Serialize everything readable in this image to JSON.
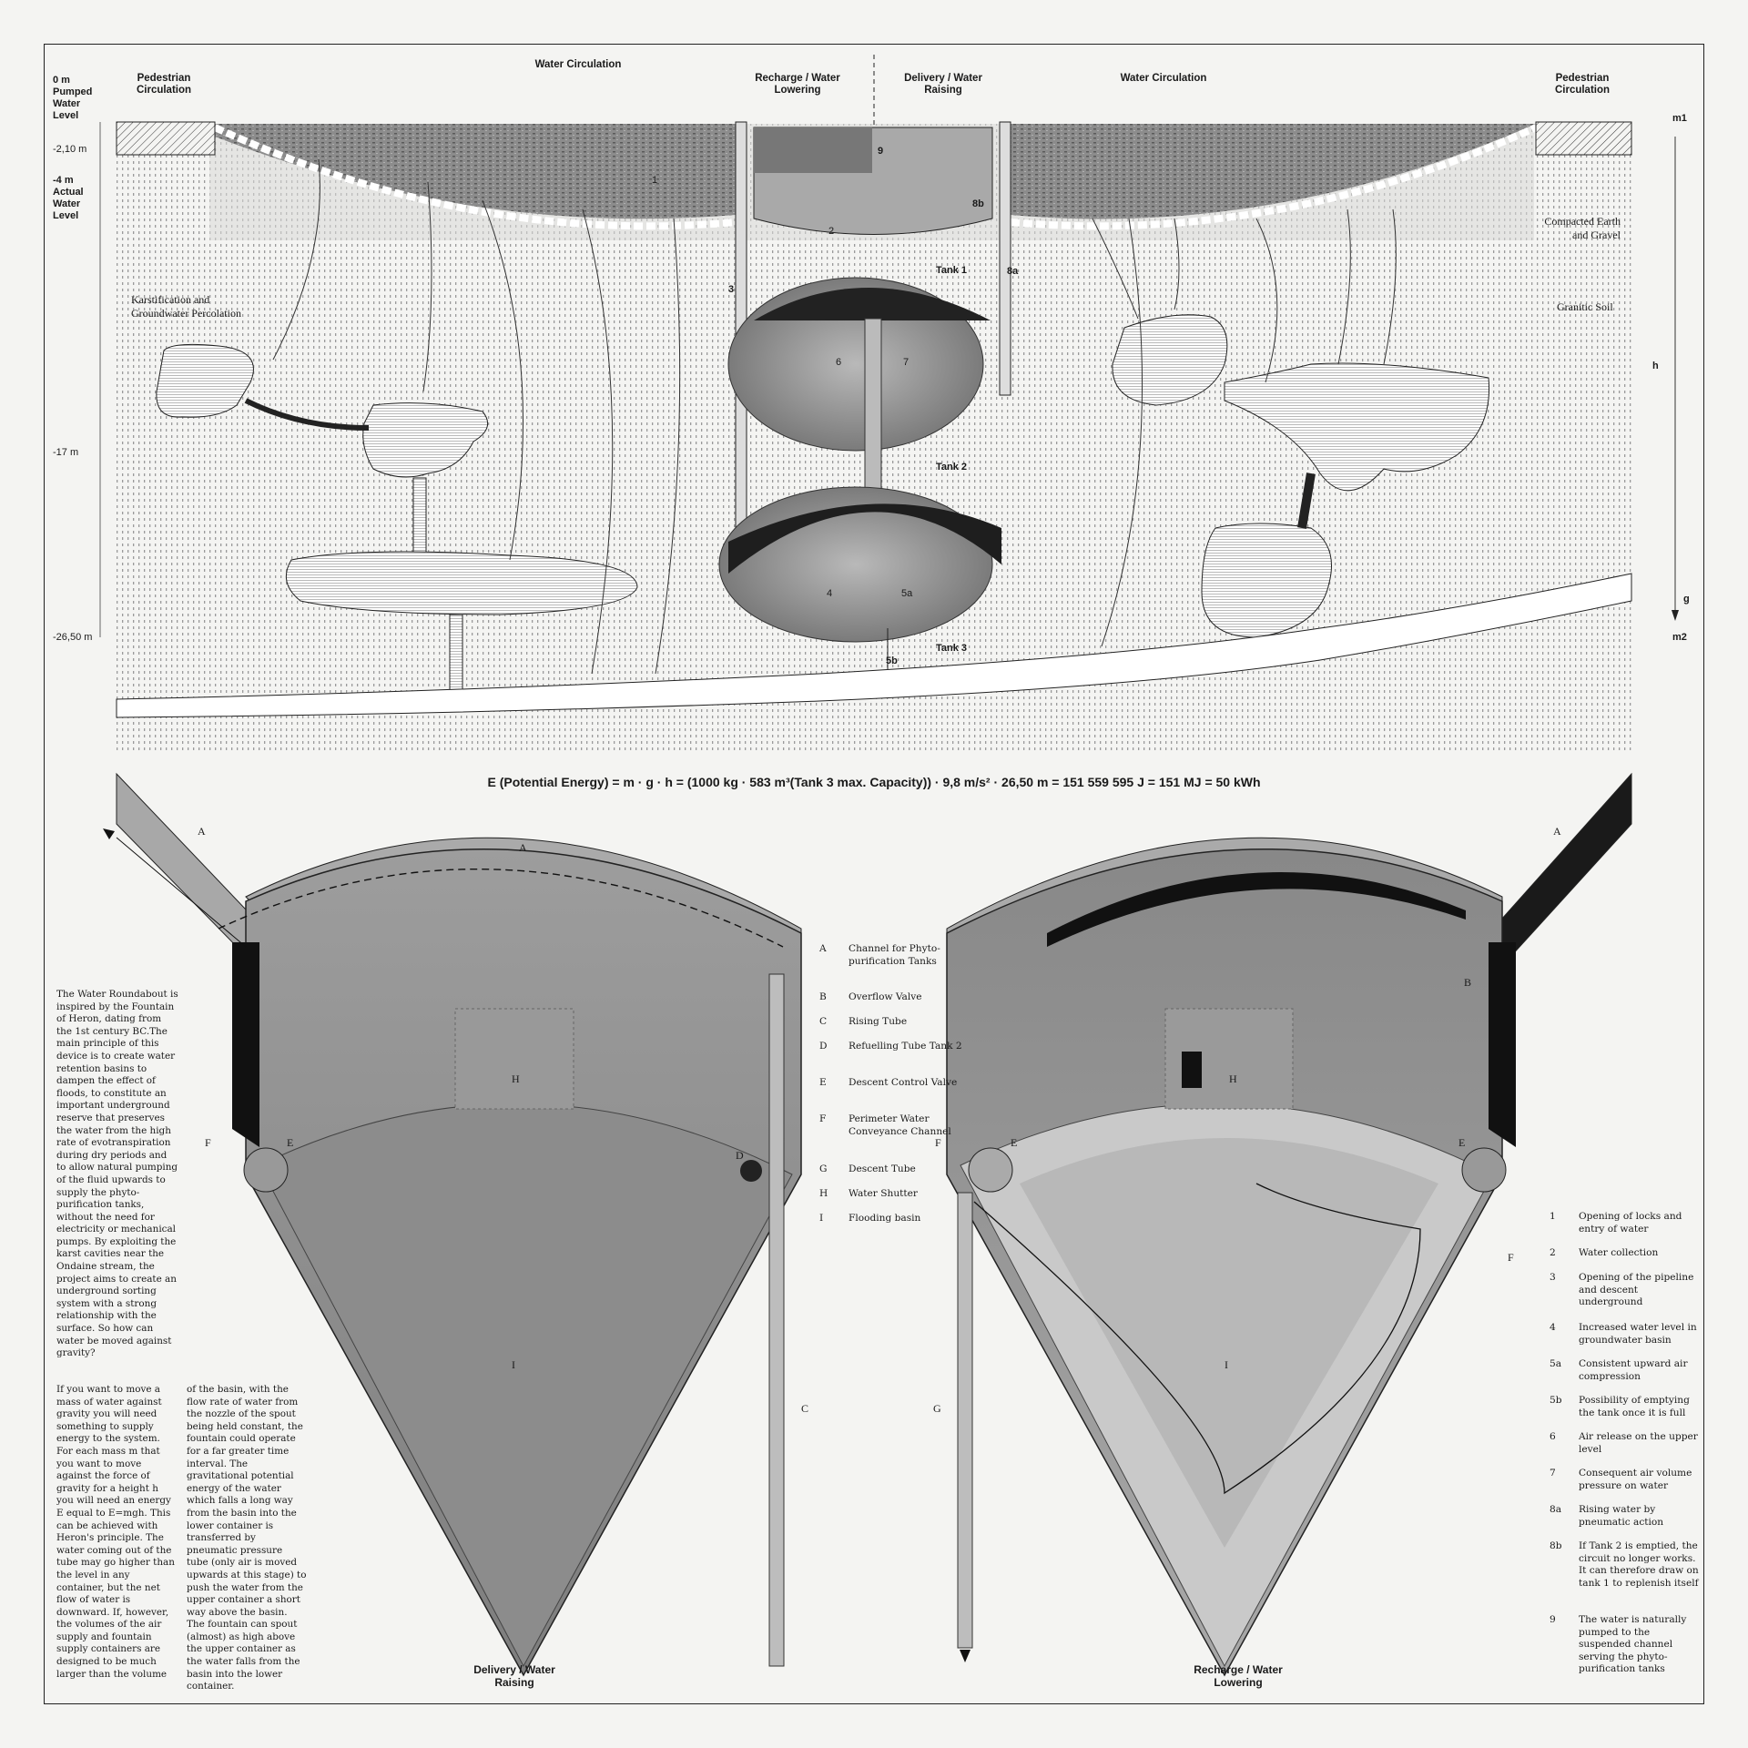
{
  "section": {
    "headers": {
      "ped_left": "Pedestrian Circulation",
      "water_left": "Water Circulation",
      "recharge": "Recharge / Water Lowering",
      "delivery": "Delivery / Water Raising",
      "water_right": "Water Circulation",
      "ped_right": "Pedestrian Circulation"
    },
    "levels": {
      "pumped": "0 m Pumped Water Level",
      "l210": "-2,10 m",
      "actual": "-4 m Actual Water Level",
      "l17": "-17 m",
      "l2650": "-26,50 m"
    },
    "marks": {
      "m1": "m1",
      "h": "h",
      "g": "g",
      "m2": "m2"
    },
    "soils": {
      "compacted": "Compacted Earth and Gravel",
      "karst": "Karstification and Groundwater Percolation",
      "granitic": "Granitic Soil"
    },
    "tanks": {
      "t1": "Tank 1",
      "t2": "Tank 2",
      "t3": "Tank 3"
    },
    "numbers": [
      "1",
      "2",
      "3",
      "9",
      "8b",
      "8a",
      "6",
      "7",
      "4",
      "5a",
      "5b"
    ]
  },
  "formula": {
    "text": "E (Potential Energy) = m · g · h = (1000 kg · 583 m³(Tank 3 max. Capacity)) · 9,8 m/s² · 26,50 m = 151 559 595 J = ",
    "bold_end": "151 MJ = 50 kWh"
  },
  "intro": "The Water Roundabout is inspired by the Fountain of Heron, dating from the 1st century BC.The main principle of this device is to create water retention basins to dampen the effect of floods, to constitute an important underground reserve that preserves the water from the high rate of evotranspiration during dry periods and to allow natural pumping of the fluid upwards to supply the phyto-purification tanks, without the need for electricity or mechanical pumps. By exploiting the karst cavities near the Ondaine stream, the project aims to create an underground sorting system with a strong relationship with the surface. So how can water be moved against gravity?",
  "para2": "If you want to move a mass of water against gravity you will need something to supply energy to the system. For each mass m that you want to move against the force of gravity for a height h you will need an energy E equal to E=mgh. This can be achieved with Heron's principle. The water coming out of the tube may go higher than the level in any container, but the net flow of water is downward. If, however, the volumes of the air supply and fountain supply containers are designed to be much larger than the volume",
  "para3": "of the basin, with the flow rate of water from the nozzle of the spout being held constant, the fountain could operate for a far greater time interval. The gravitational potential energy of the water which falls a long way from the basin into the lower container is transferred by pneumatic pressure tube (only air is moved upwards at this stage) to push the water from the upper container a short way above the basin. The fountain can spout (almost) as high above the upper container as the water falls from the basin into the lower container.",
  "legend_letters": [
    {
      "k": "A",
      "v": "Channel for Phyto-purification Tanks"
    },
    {
      "k": "B",
      "v": "Overflow Valve"
    },
    {
      "k": "C",
      "v": "Rising Tube"
    },
    {
      "k": "D",
      "v": "Refuelling Tube Tank 2"
    },
    {
      "k": "E",
      "v": "Descent Control Valve"
    },
    {
      "k": "F",
      "v": "Perimeter Water Conveyance Channel"
    },
    {
      "k": "G",
      "v": "Descent Tube"
    },
    {
      "k": "H",
      "v": "Water Shutter"
    },
    {
      "k": "I",
      "v": "Flooding basin"
    }
  ],
  "legend_numbers": [
    {
      "k": "1",
      "v": "Opening of locks and entry of water"
    },
    {
      "k": "2",
      "v": "Water collection"
    },
    {
      "k": "3",
      "v": "Opening of the pipeline and descent underground"
    },
    {
      "k": "4",
      "v": "Increased water level in groundwater basin"
    },
    {
      "k": "5a",
      "v": "Consistent upward air compression"
    },
    {
      "k": "5b",
      "v": "Possibility of emptying the tank once it is full"
    },
    {
      "k": "6",
      "v": "Air release on the upper level"
    },
    {
      "k": "7",
      "v": "Consequent air volume pressure on water"
    },
    {
      "k": "8a",
      "v": "Rising water by pneumatic action"
    },
    {
      "k": "8b",
      "v": "If Tank 2 is emptied, the circuit no longer works. It can therefore draw on tank 1 to replenish itself"
    },
    {
      "k": "9",
      "v": "The water is naturally pumped to the suspended channel serving the phyto-purification tanks"
    }
  ],
  "tank_labels_left": {
    "A1": "A",
    "A2": "A",
    "F": "F",
    "E": "E",
    "D": "D",
    "H": "H",
    "I": "I",
    "C": "C"
  },
  "tank_labels_right": {
    "A": "A",
    "B": "B",
    "F1": "F",
    "F2": "F",
    "E1": "E",
    "E2": "E",
    "H": "H",
    "I": "I",
    "G": "G"
  },
  "footers": {
    "left": "Delivery / Water Raising",
    "right": "Recharge / Water Lowering"
  }
}
